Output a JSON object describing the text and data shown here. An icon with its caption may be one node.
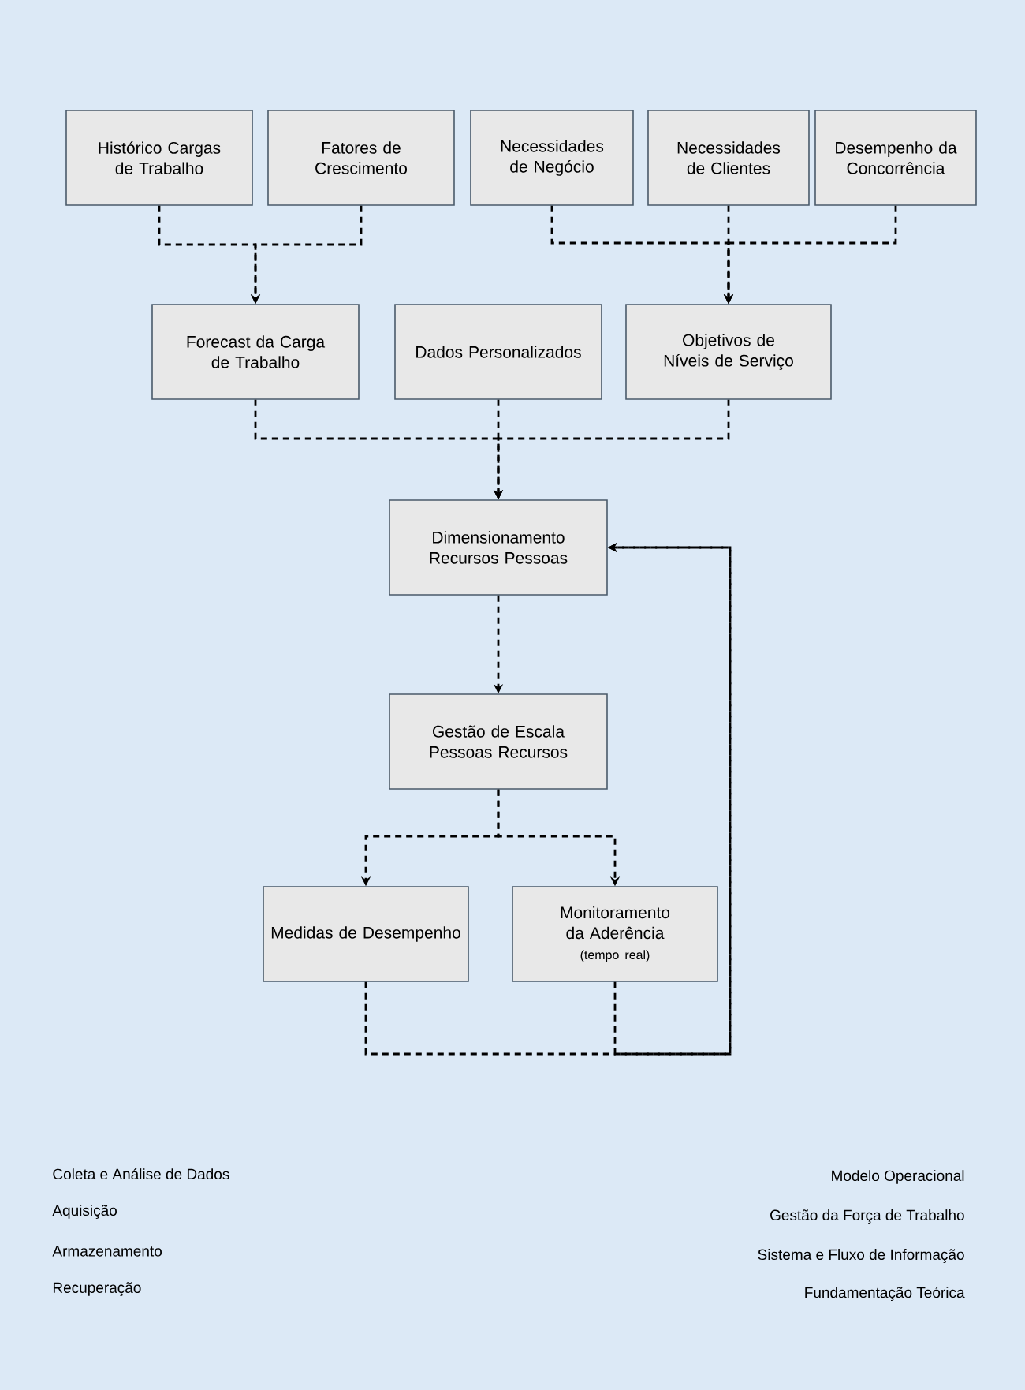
{
  "diagram": {
    "nodes": [
      {
        "text": [
          "Histórico Cargas de Trabalho"
        ]
      },
      {
        "text": [
          "Fatores de Crescimento"
        ]
      },
      {
        "text": [
          "Necessidades de Negócio"
        ]
      },
      {
        "text": [
          "Necessidades de Clientes"
        ]
      },
      {
        "text": [
          "Desempenho da Concorrência"
        ]
      },
      {
        "text": [
          "Forecast da Carga de Trabalho"
        ]
      },
      {
        "text": [
          "Dados Personalizados"
        ]
      },
      {
        "text": [
          "Objetivos de Níveis de Serviço"
        ]
      },
      {
        "text": [
          "Dimensionamento Recursos Pessoas"
        ]
      },
      {
        "text": [
          "Gestão de Escala Pessoas Recursos"
        ]
      },
      {
        "text": [
          "Medidas de Desempenho"
        ]
      },
      {
        "text": [
          "Monitoramento da Aderência",
          "(tempo real)"
        ]
      }
    ],
    "edges": [
      {
        "from": 0,
        "to": 5,
        "arrow": "to",
        "style": "dashed"
      },
      {
        "from": 1,
        "to": 5,
        "arrow": "to",
        "style": "dashed"
      },
      {
        "from": 2,
        "to": 7,
        "arrow": "to",
        "style": "dashed"
      },
      {
        "from": 3,
        "to": 7,
        "arrow": "to",
        "style": "dashed"
      },
      {
        "from": 4,
        "to": 7,
        "arrow": "to",
        "style": "dashed"
      },
      {
        "from": 5,
        "to": 8,
        "arrow": "to",
        "style": "dashed"
      },
      {
        "from": 6,
        "to": 8,
        "arrow": "to",
        "style": "dashed"
      },
      {
        "from": 7,
        "to": 8,
        "arrow": "to",
        "style": "dashed"
      },
      {
        "from": 8,
        "to": 9,
        "arrow": "to",
        "style": "dashed"
      },
      {
        "from": 9,
        "to": 10,
        "arrow": "to",
        "style": "dashed"
      },
      {
        "from": 9,
        "to": 11,
        "arrow": "to",
        "style": "dashed"
      },
      {
        "from": 10,
        "to": 8,
        "arrow": "to",
        "style": "dashed"
      },
      {
        "from": 11,
        "to": 8,
        "arrow": "to",
        "style": "dashed"
      }
    ],
    "labels": [
      "Coleta e Análise de Dados",
      "Modelo Operacional",
      "Aquisição",
      "Gestão da Força de Trabalho",
      "Armazenamento",
      "Sistema e Fluxo de Informação",
      "Recuperação",
      "Fundamentação Teórica"
    ]
  }
}
